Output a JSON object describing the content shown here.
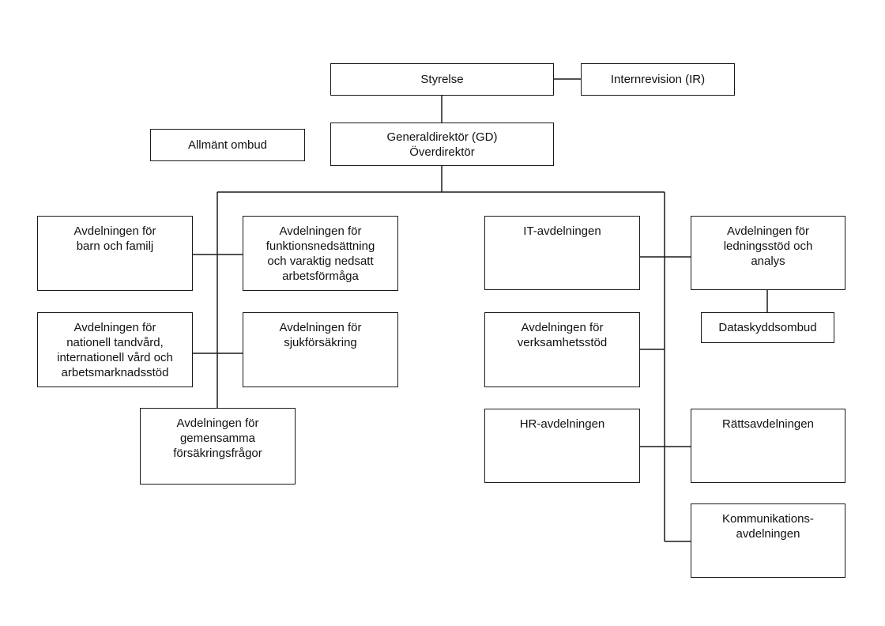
{
  "org": {
    "styrelse": "Styrelse",
    "internrevision": "Internrevision (IR)",
    "allmant_ombud": "Allmänt ombud",
    "gd": "Generaldirektör (GD)\nÖverdirektör",
    "barn_familj": "Avdelningen för\nbarn och familj",
    "funktionsnedsattning": "Avdelningen för\nfunktionsnedsättning\noch varaktig nedsatt\narbetsförmåga",
    "tandvard": "Avdelningen för\nnationell tandvård,\ninternationell vård och\narbetsmarknadsstöd",
    "sjukforsakring": "Avdelningen för\nsjukförsäkring",
    "gemensamma": "Avdelningen för\ngemensamma\nförsäkringsfrågor",
    "it": "IT-avdelningen",
    "ledningsstod": "Avdelningen för\nledningsstöd och\nanalys",
    "dataskydd": "Dataskyddsombud",
    "verksamhetsstod": "Avdelningen för\nverksamhetsstöd",
    "hr": "HR-avdelningen",
    "ratt": "Rättsavdelningen",
    "kommunikation": "Kommunikations-\navdelningen"
  }
}
